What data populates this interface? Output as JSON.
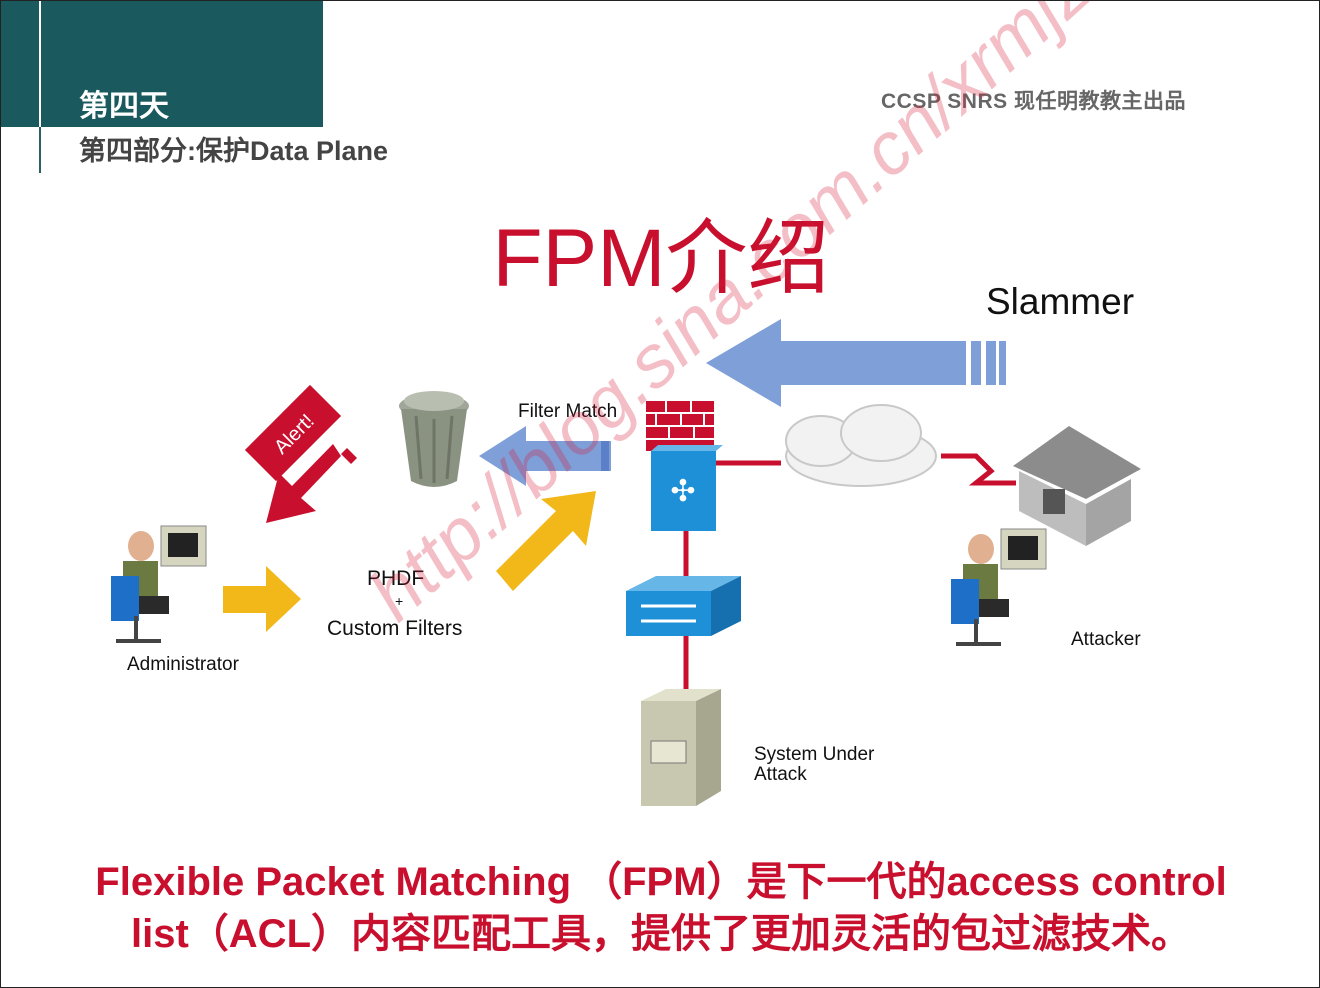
{
  "header": {
    "day": "第四天",
    "part": "第四部分:保护Data Plane",
    "credit": "CCSP SNRS 现任明教教主出品"
  },
  "title": "FPM介绍",
  "diagram": {
    "slammer": "Slammer",
    "filter_match": "Filter Match",
    "phdf": "PHDF",
    "plus": "+",
    "custom_filters": "Custom Filters",
    "administrator": "Administrator",
    "attacker": "Attacker",
    "system_under_line1": "System Under",
    "system_under_line2": "Attack",
    "alert": "Alert!"
  },
  "watermark": "http://blog.sina.com.cn/xrmjz 现任明教主",
  "bottom": {
    "line1": "Flexible Packet Matching （FPM）是下一代的access control",
    "line2": "list（ACL）内容匹配工具，提供了更加灵活的包过滤技术。"
  },
  "colors": {
    "header_bg": "#1a5a5e",
    "title_red": "#c8102e",
    "arrow_blue": "#7f9fd8",
    "arrow_yellow": "#f2b81a",
    "arrow_red": "#c8102e",
    "device_blue": "#1e90d8"
  }
}
